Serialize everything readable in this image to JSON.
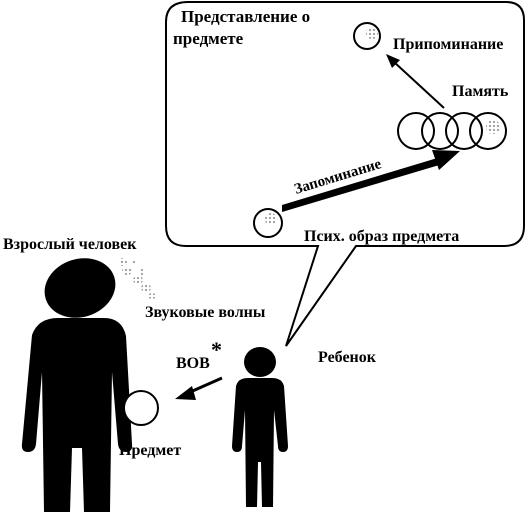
{
  "bubble": {
    "title_line1": "Представление о",
    "title_line2": "предмете",
    "recall_label": "Припоминание",
    "memory_label": "Память",
    "memorize_label": "Запоминание",
    "mental_image_label": "Псих. образ предмета"
  },
  "scene": {
    "adult_label": "Взрослый человек",
    "sound_waves_label": "Звуковые волны",
    "child_label": "Ребенок",
    "object_label": "Предмет",
    "vob_label": "ВОВ",
    "asterisk": "*"
  },
  "colors": {
    "figure": "#000000",
    "bubble_fill": "#ffffff",
    "stroke": "#000000",
    "wave_dots": "#bdbdbd"
  },
  "icons": {
    "adult": "person-silhouette-icon",
    "child": "person-silhouette-icon",
    "object": "circle-icon",
    "sound": "sound-wave-icon"
  }
}
